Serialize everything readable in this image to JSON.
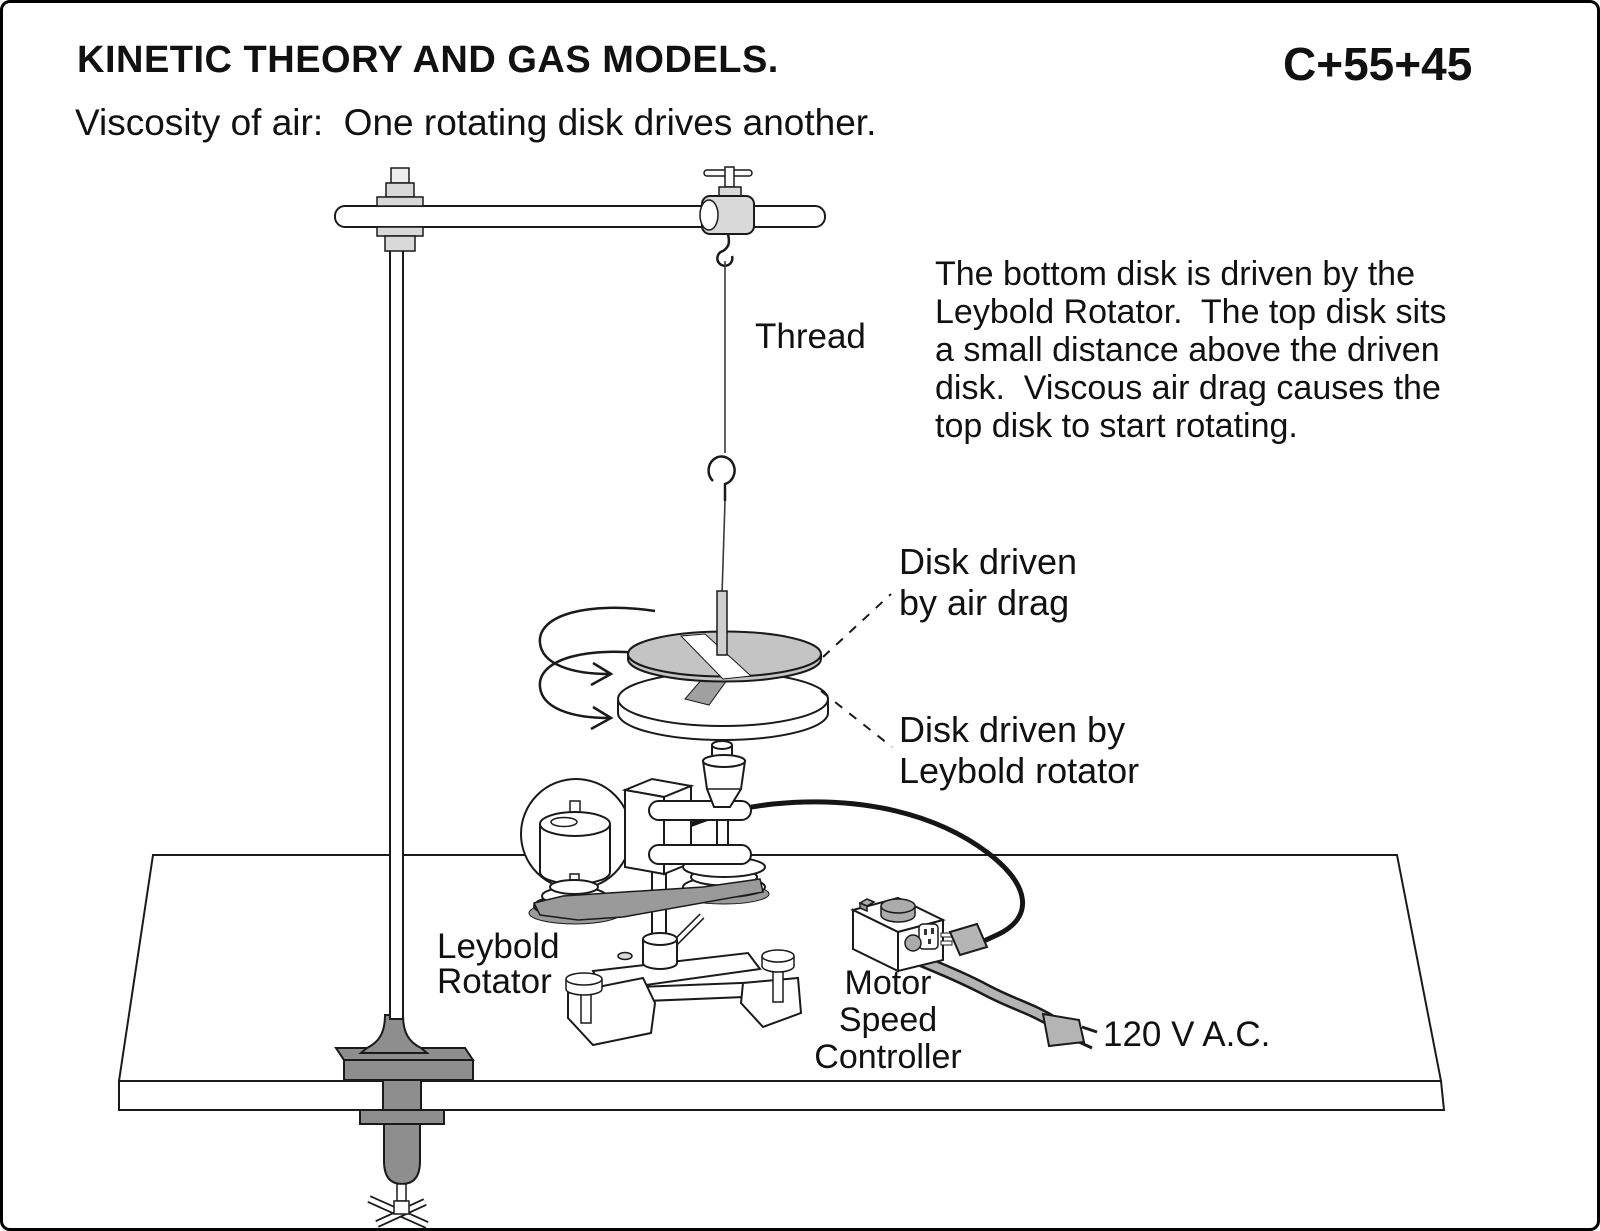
{
  "header": {
    "title": "KINETIC THEORY AND GAS MODELS.",
    "catalog_code": "C+55+45",
    "subtitle": "Viscosity of air:  One rotating disk drives another."
  },
  "description": "The bottom disk is driven by the\nLeybold Rotator.  The top disk sits\na small distance above the driven\ndisk.  Viscous air drag causes the\ntop disk to start rotating.",
  "labels": {
    "thread": "Thread",
    "disk_air_drag": "Disk driven\nby air drag",
    "disk_leybold": "Disk driven by\nLeybold rotator",
    "leybold_rotator": "Leybold\nRotator",
    "motor_speed_controller": "Motor\nSpeed\nController",
    "power": "120 V A.C."
  },
  "colors": {
    "ink": "#1a1a1a",
    "light_gray": "#d9d9d9",
    "disk_gray": "#c4c4c4",
    "stripe_gray": "#a0a0a0",
    "dark_gray": "#8e8e8e",
    "cord_gray": "#b4b4b4",
    "belt_gray": "#9a9a9a"
  }
}
